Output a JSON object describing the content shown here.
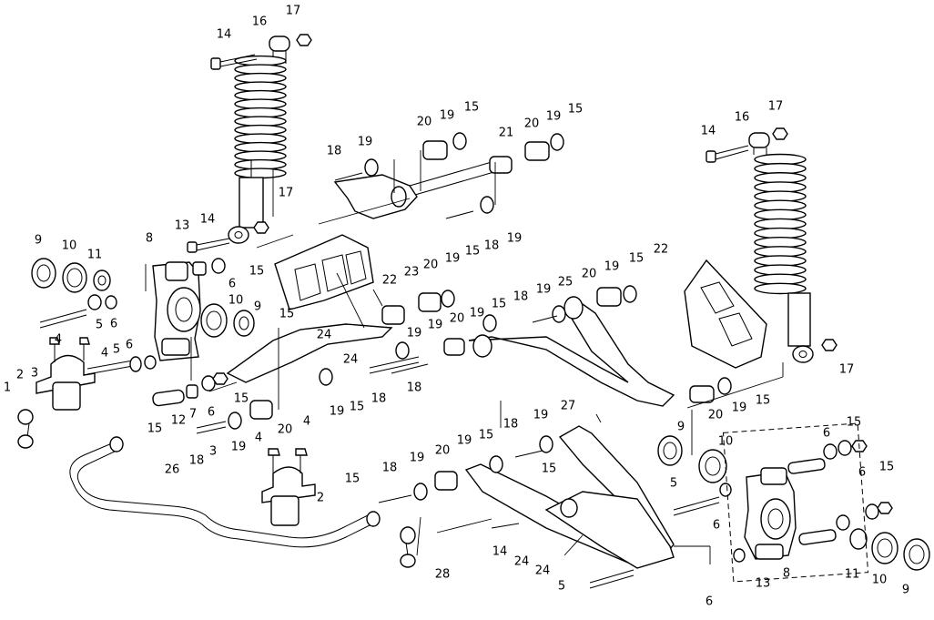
{
  "diagram": {
    "type": "exploded-parts-view",
    "part_numbers": [
      "1",
      "2",
      "3",
      "4",
      "5",
      "6",
      "7",
      "8",
      "9",
      "10",
      "11",
      "12",
      "13",
      "14",
      "15",
      "16",
      "17",
      "18",
      "19",
      "20",
      "21",
      "22",
      "23",
      "24",
      "25",
      "26",
      "27",
      "28"
    ],
    "callouts": [
      {
        "id": "c1",
        "label": "14"
      },
      {
        "id": "c2",
        "label": "16"
      },
      {
        "id": "c3",
        "label": "17"
      },
      {
        "id": "c4",
        "label": "17"
      },
      {
        "id": "c5",
        "label": "14"
      },
      {
        "id": "c6",
        "label": "13"
      },
      {
        "id": "c7",
        "label": "8"
      },
      {
        "id": "c8",
        "label": "9"
      },
      {
        "id": "c9",
        "label": "10"
      },
      {
        "id": "c10",
        "label": "11"
      },
      {
        "id": "c11",
        "label": "15"
      },
      {
        "id": "c12",
        "label": "6"
      },
      {
        "id": "c13",
        "label": "10"
      },
      {
        "id": "c14",
        "label": "9"
      },
      {
        "id": "c15",
        "label": "5"
      },
      {
        "id": "c16",
        "label": "6"
      },
      {
        "id": "c17",
        "label": "4"
      },
      {
        "id": "c18",
        "label": "4"
      },
      {
        "id": "c19",
        "label": "3"
      },
      {
        "id": "c20",
        "label": "5"
      },
      {
        "id": "c21",
        "label": "6"
      },
      {
        "id": "c22",
        "label": "2"
      },
      {
        "id": "c23",
        "label": "1"
      },
      {
        "id": "c24",
        "label": "7"
      },
      {
        "id": "c25",
        "label": "6"
      },
      {
        "id": "c26",
        "label": "15"
      },
      {
        "id": "c27",
        "label": "12"
      },
      {
        "id": "c28",
        "label": "15"
      },
      {
        "id": "c29",
        "label": "18"
      },
      {
        "id": "c30",
        "label": "19"
      },
      {
        "id": "c31",
        "label": "20"
      },
      {
        "id": "c32",
        "label": "3"
      },
      {
        "id": "c33",
        "label": "4"
      },
      {
        "id": "c34",
        "label": "4"
      },
      {
        "id": "c35",
        "label": "2"
      },
      {
        "id": "c36",
        "label": "26"
      },
      {
        "id": "c37",
        "label": "15"
      },
      {
        "id": "c38",
        "label": "28"
      },
      {
        "id": "c39",
        "label": "18"
      },
      {
        "id": "c40",
        "label": "19"
      },
      {
        "id": "c41",
        "label": "20"
      },
      {
        "id": "c42",
        "label": "19"
      },
      {
        "id": "c43",
        "label": "15"
      },
      {
        "id": "c44",
        "label": "15"
      },
      {
        "id": "c45",
        "label": "18"
      },
      {
        "id": "c46",
        "label": "19"
      },
      {
        "id": "c47",
        "label": "14"
      },
      {
        "id": "c48",
        "label": "24"
      },
      {
        "id": "c49",
        "label": "24"
      },
      {
        "id": "c50",
        "label": "5"
      },
      {
        "id": "c51",
        "label": "27"
      },
      {
        "id": "c52",
        "label": "9"
      },
      {
        "id": "c53",
        "label": "18"
      },
      {
        "id": "c54",
        "label": "19"
      },
      {
        "id": "c55",
        "label": "20"
      },
      {
        "id": "c56",
        "label": "19"
      },
      {
        "id": "c57",
        "label": "15"
      },
      {
        "id": "c58",
        "label": "21"
      },
      {
        "id": "c59",
        "label": "20"
      },
      {
        "id": "c60",
        "label": "19"
      },
      {
        "id": "c61",
        "label": "15"
      },
      {
        "id": "c62",
        "label": "18"
      },
      {
        "id": "c63",
        "label": "19"
      },
      {
        "id": "c64",
        "label": "22"
      },
      {
        "id": "c65",
        "label": "23"
      },
      {
        "id": "c66",
        "label": "20"
      },
      {
        "id": "c67",
        "label": "19"
      },
      {
        "id": "c68",
        "label": "15"
      },
      {
        "id": "c69",
        "label": "15"
      },
      {
        "id": "c70",
        "label": "24"
      },
      {
        "id": "c71",
        "label": "24"
      },
      {
        "id": "c72",
        "label": "19"
      },
      {
        "id": "c73",
        "label": "19"
      },
      {
        "id": "c74",
        "label": "20"
      },
      {
        "id": "c75",
        "label": "18"
      },
      {
        "id": "c76",
        "label": "18"
      },
      {
        "id": "c77",
        "label": "19"
      },
      {
        "id": "c78",
        "label": "15"
      },
      {
        "id": "c79",
        "label": "19"
      },
      {
        "id": "c80",
        "label": "15"
      },
      {
        "id": "c81",
        "label": "18"
      },
      {
        "id": "c82",
        "label": "19"
      },
      {
        "id": "c83",
        "label": "25"
      },
      {
        "id": "c84",
        "label": "20"
      },
      {
        "id": "c85",
        "label": "19"
      },
      {
        "id": "c86",
        "label": "15"
      },
      {
        "id": "c87",
        "label": "22"
      },
      {
        "id": "c88",
        "label": "20"
      },
      {
        "id": "c89",
        "label": "19"
      },
      {
        "id": "c90",
        "label": "15"
      },
      {
        "id": "c91",
        "label": "14"
      },
      {
        "id": "c92",
        "label": "16"
      },
      {
        "id": "c93",
        "label": "17"
      },
      {
        "id": "c94",
        "label": "17"
      },
      {
        "id": "c95",
        "label": "10"
      },
      {
        "id": "c96",
        "label": "5"
      },
      {
        "id": "c97",
        "label": "6"
      },
      {
        "id": "c98",
        "label": "6"
      },
      {
        "id": "c99",
        "label": "15"
      },
      {
        "id": "c100",
        "label": "6"
      },
      {
        "id": "c101",
        "label": "15"
      },
      {
        "id": "c102",
        "label": "6"
      },
      {
        "id": "c103",
        "label": "13"
      },
      {
        "id": "c104",
        "label": "8"
      },
      {
        "id": "c105",
        "label": "11"
      },
      {
        "id": "c106",
        "label": "10"
      },
      {
        "id": "c107",
        "label": "9"
      }
    ]
  }
}
